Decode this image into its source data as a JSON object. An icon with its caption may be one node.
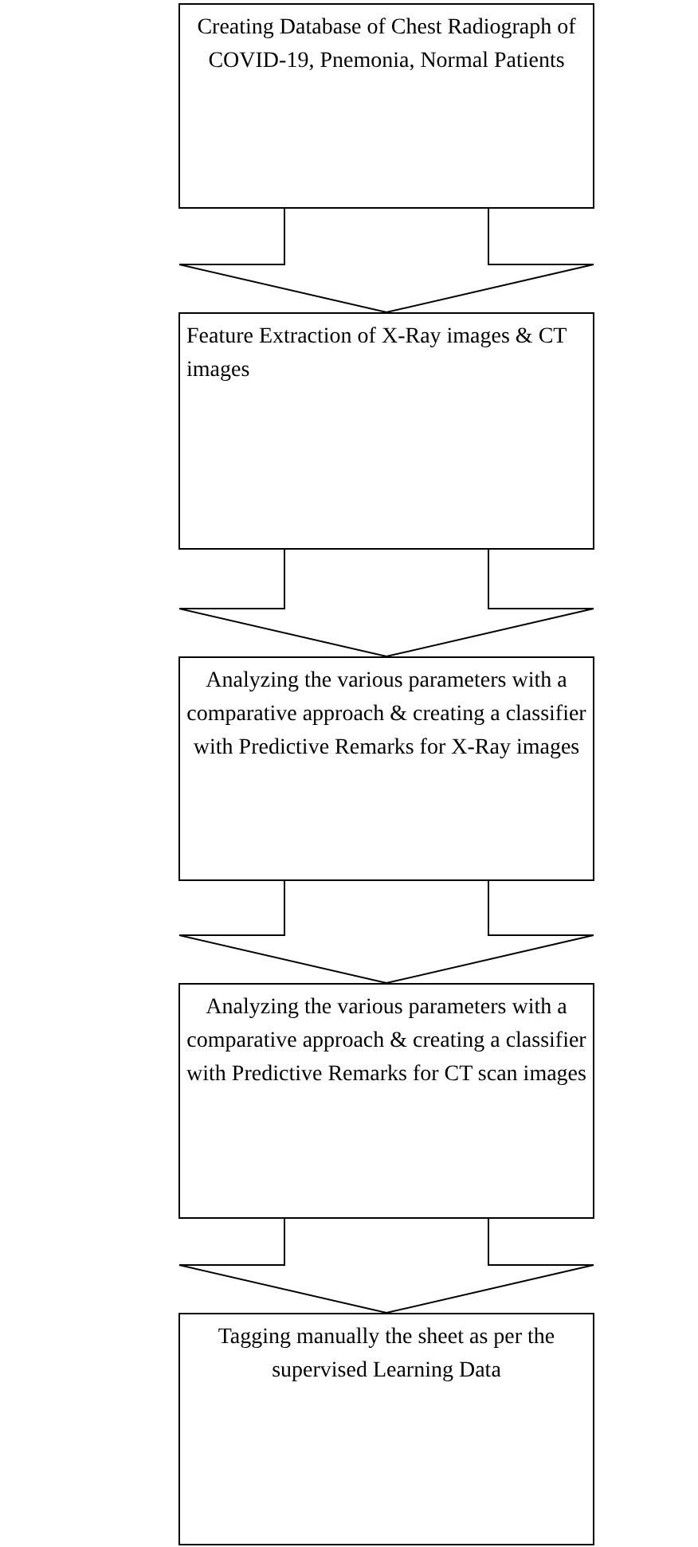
{
  "diagram": {
    "nodes": [
      {
        "text": [
          "Creating Database of Chest Radiograph of COVID-19, Pnemonia, Normal Patients"
        ]
      },
      {
        "text": [
          "Feature Extraction of X-Ray images & CT images"
        ]
      },
      {
        "text": [
          "Analyzing the various parameters with a comparative approach & creating a classifier with Predictive Remarks for X-Ray images"
        ]
      },
      {
        "text": [
          "Analyzing the various parameters with a comparative approach & creating a classifier with Predictive Remarks for CT scan images"
        ]
      },
      {
        "text": [
          "Tagging manually the sheet as per the supervised Learning Data"
        ]
      }
    ],
    "edges": [
      {
        "from": 0,
        "to": 1,
        "arrow": "to"
      },
      {
        "from": 1,
        "to": 2,
        "arrow": "to"
      },
      {
        "from": 2,
        "to": 3,
        "arrow": "to"
      },
      {
        "from": 3,
        "to": 4,
        "arrow": "to"
      }
    ]
  }
}
